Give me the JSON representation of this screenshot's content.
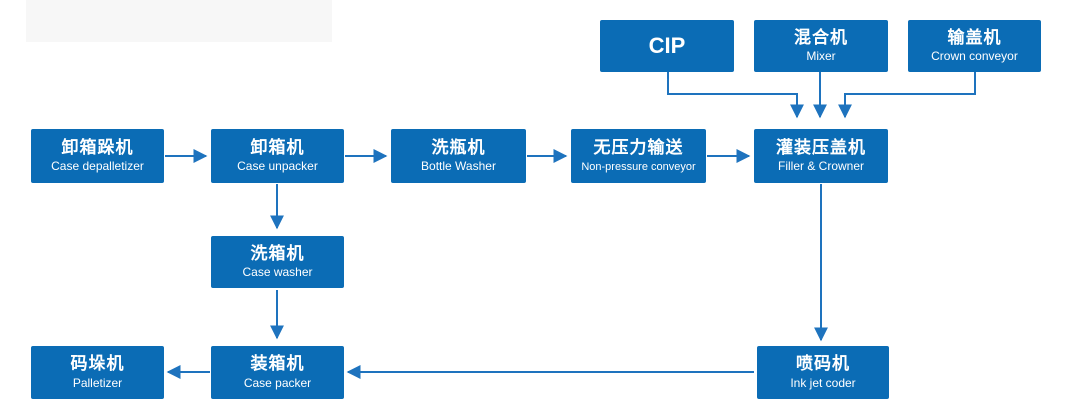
{
  "colors": {
    "box": "#0b6cb5",
    "arrow": "#1e73be",
    "text": "#ffffff"
  },
  "nodes": {
    "cip": {
      "title": "CIP"
    },
    "mixer": {
      "zh": "混合机",
      "en": "Mixer"
    },
    "crown_conveyor": {
      "zh": "输盖机",
      "en": "Crown conveyor"
    },
    "case_depalletizer": {
      "zh": "卸箱跺机",
      "en": "Case  depalletizer"
    },
    "case_unpacker": {
      "zh": "卸箱机",
      "en": "Case unpacker"
    },
    "bottle_washer": {
      "zh": "洗瓶机",
      "en": "Bottle Washer"
    },
    "non_pressure_conveyor": {
      "zh": "无压力输送",
      "en": "Non-pressure conveyor"
    },
    "filler_crowner": {
      "zh": "灌装压盖机",
      "en": "Filler & Crowner"
    },
    "case_washer": {
      "zh": "洗箱机",
      "en": "Case washer"
    },
    "palletizer": {
      "zh": "码垛机",
      "en": "Palletizer"
    },
    "case_packer": {
      "zh": "装箱机",
      "en": "Case packer"
    },
    "ink_jet_coder": {
      "zh": "喷码机",
      "en": "Ink jet coder"
    }
  }
}
